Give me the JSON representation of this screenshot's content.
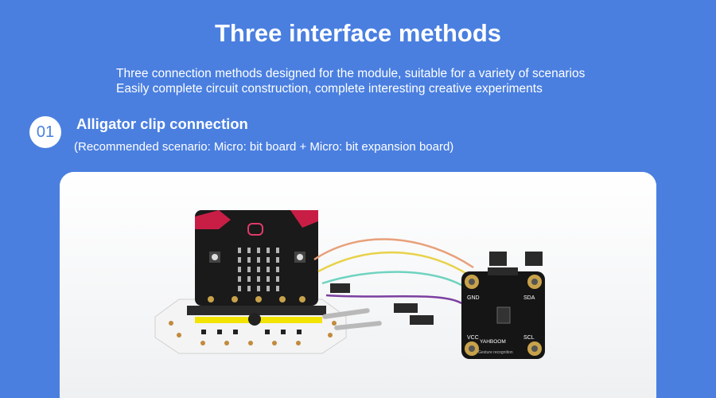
{
  "header": {
    "title": "Three interface methods",
    "subtitle_line1": "Three connection methods designed for the module, suitable for a variety of scenarios",
    "subtitle_line2": "Easily complete circuit construction, complete interesting creative experiments"
  },
  "section": {
    "number": "01",
    "title": "Alligator clip connection",
    "note": "(Recommended scenario: Micro: bit board + Micro: bit expansion board)"
  },
  "module_labels": {
    "gnd": "GND",
    "sda": "SDA",
    "vcc": "VCC",
    "scl": "SCL",
    "brand": "YAHBOOM",
    "caption": "Gesture recognition"
  },
  "colors": {
    "background": "#4a7fe0",
    "text": "#ffffff",
    "card": "#ffffff"
  }
}
